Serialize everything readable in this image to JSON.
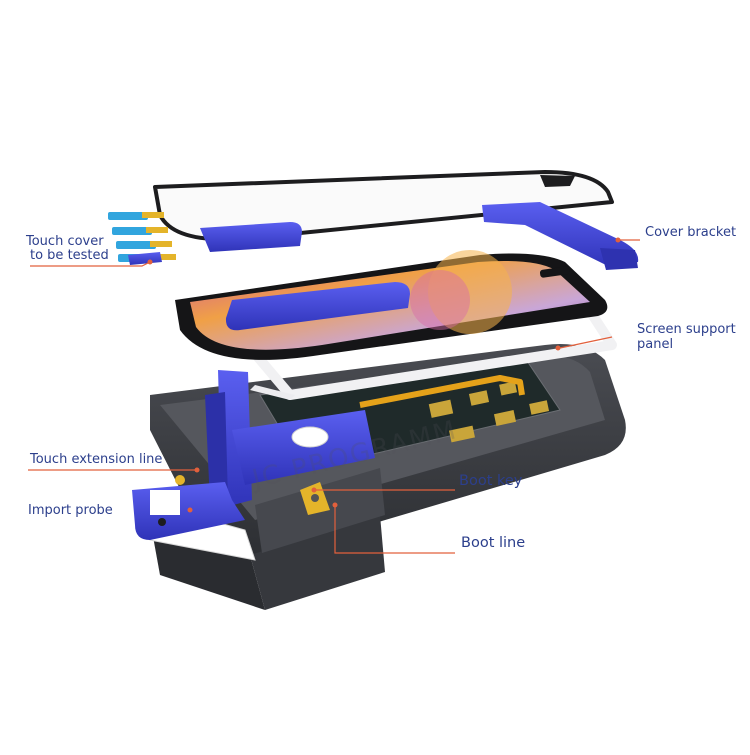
{
  "labels": {
    "touch_cover": "Touch cover",
    "to_be_tested": "to be tested",
    "cover_bracket": "Cover bracket",
    "screen_support": "Screen support",
    "panel": "panel",
    "touch_extension_line": "Touch extension line",
    "import_probe": "Import probe",
    "boot_key": "Boot key",
    "boot_line": "Boot line"
  },
  "watermark": "JC PROGRAMM",
  "colors": {
    "label_text": "#2c3f8c",
    "leader_line": "#e2603c",
    "bracket_blue": "#3a3fd6",
    "fixture_dark": "#3b3d42",
    "glass_edge": "#1d1d1f"
  }
}
